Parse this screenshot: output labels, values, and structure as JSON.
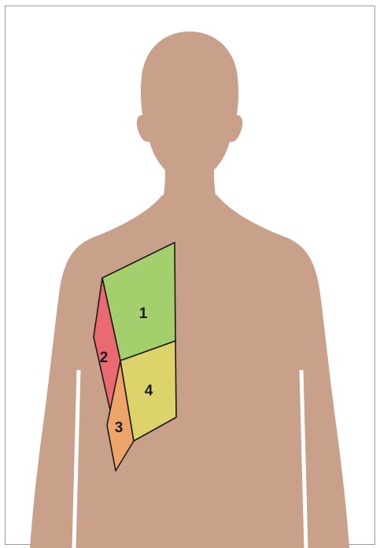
{
  "colors": {
    "background": "#ffffff",
    "frame": "#9a9a9a",
    "body_silhouette": "#c9a18a",
    "region_outline": "#1a1a1a",
    "region_1": "#a3cf6c",
    "region_2": "#e96a72",
    "region_3": "#eda56a",
    "region_4": "#dcd46a"
  },
  "regions": [
    {
      "id": "1",
      "label": "1",
      "color_key": "region_1"
    },
    {
      "id": "2",
      "label": "2",
      "color_key": "region_2"
    },
    {
      "id": "3",
      "label": "3",
      "color_key": "region_3"
    },
    {
      "id": "4",
      "label": "4",
      "color_key": "region_4"
    }
  ]
}
